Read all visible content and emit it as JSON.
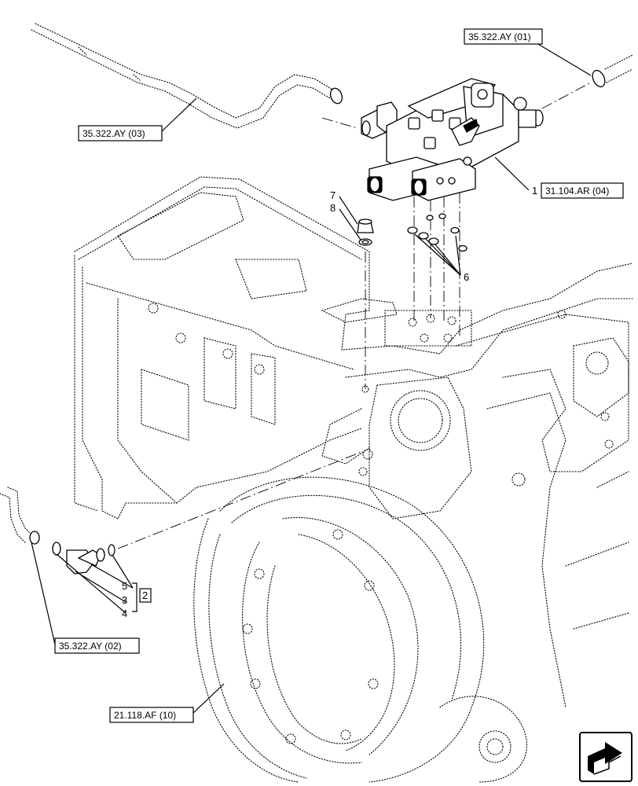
{
  "refs": {
    "ay01": "35.322.AY (01)",
    "ay03": "35.322.AY (03)",
    "ar04": "31.104.AR (04)",
    "ay02": "35.322.AY (02)",
    "af10": "21.118.AF (10)"
  },
  "callouts": {
    "n1": "1",
    "n2": "2",
    "n3": "3",
    "n4": "4",
    "n5": "5",
    "n6": "6",
    "n7": "7",
    "n8": "8"
  },
  "icons": {
    "nav": "navigation-arrow-icon"
  }
}
